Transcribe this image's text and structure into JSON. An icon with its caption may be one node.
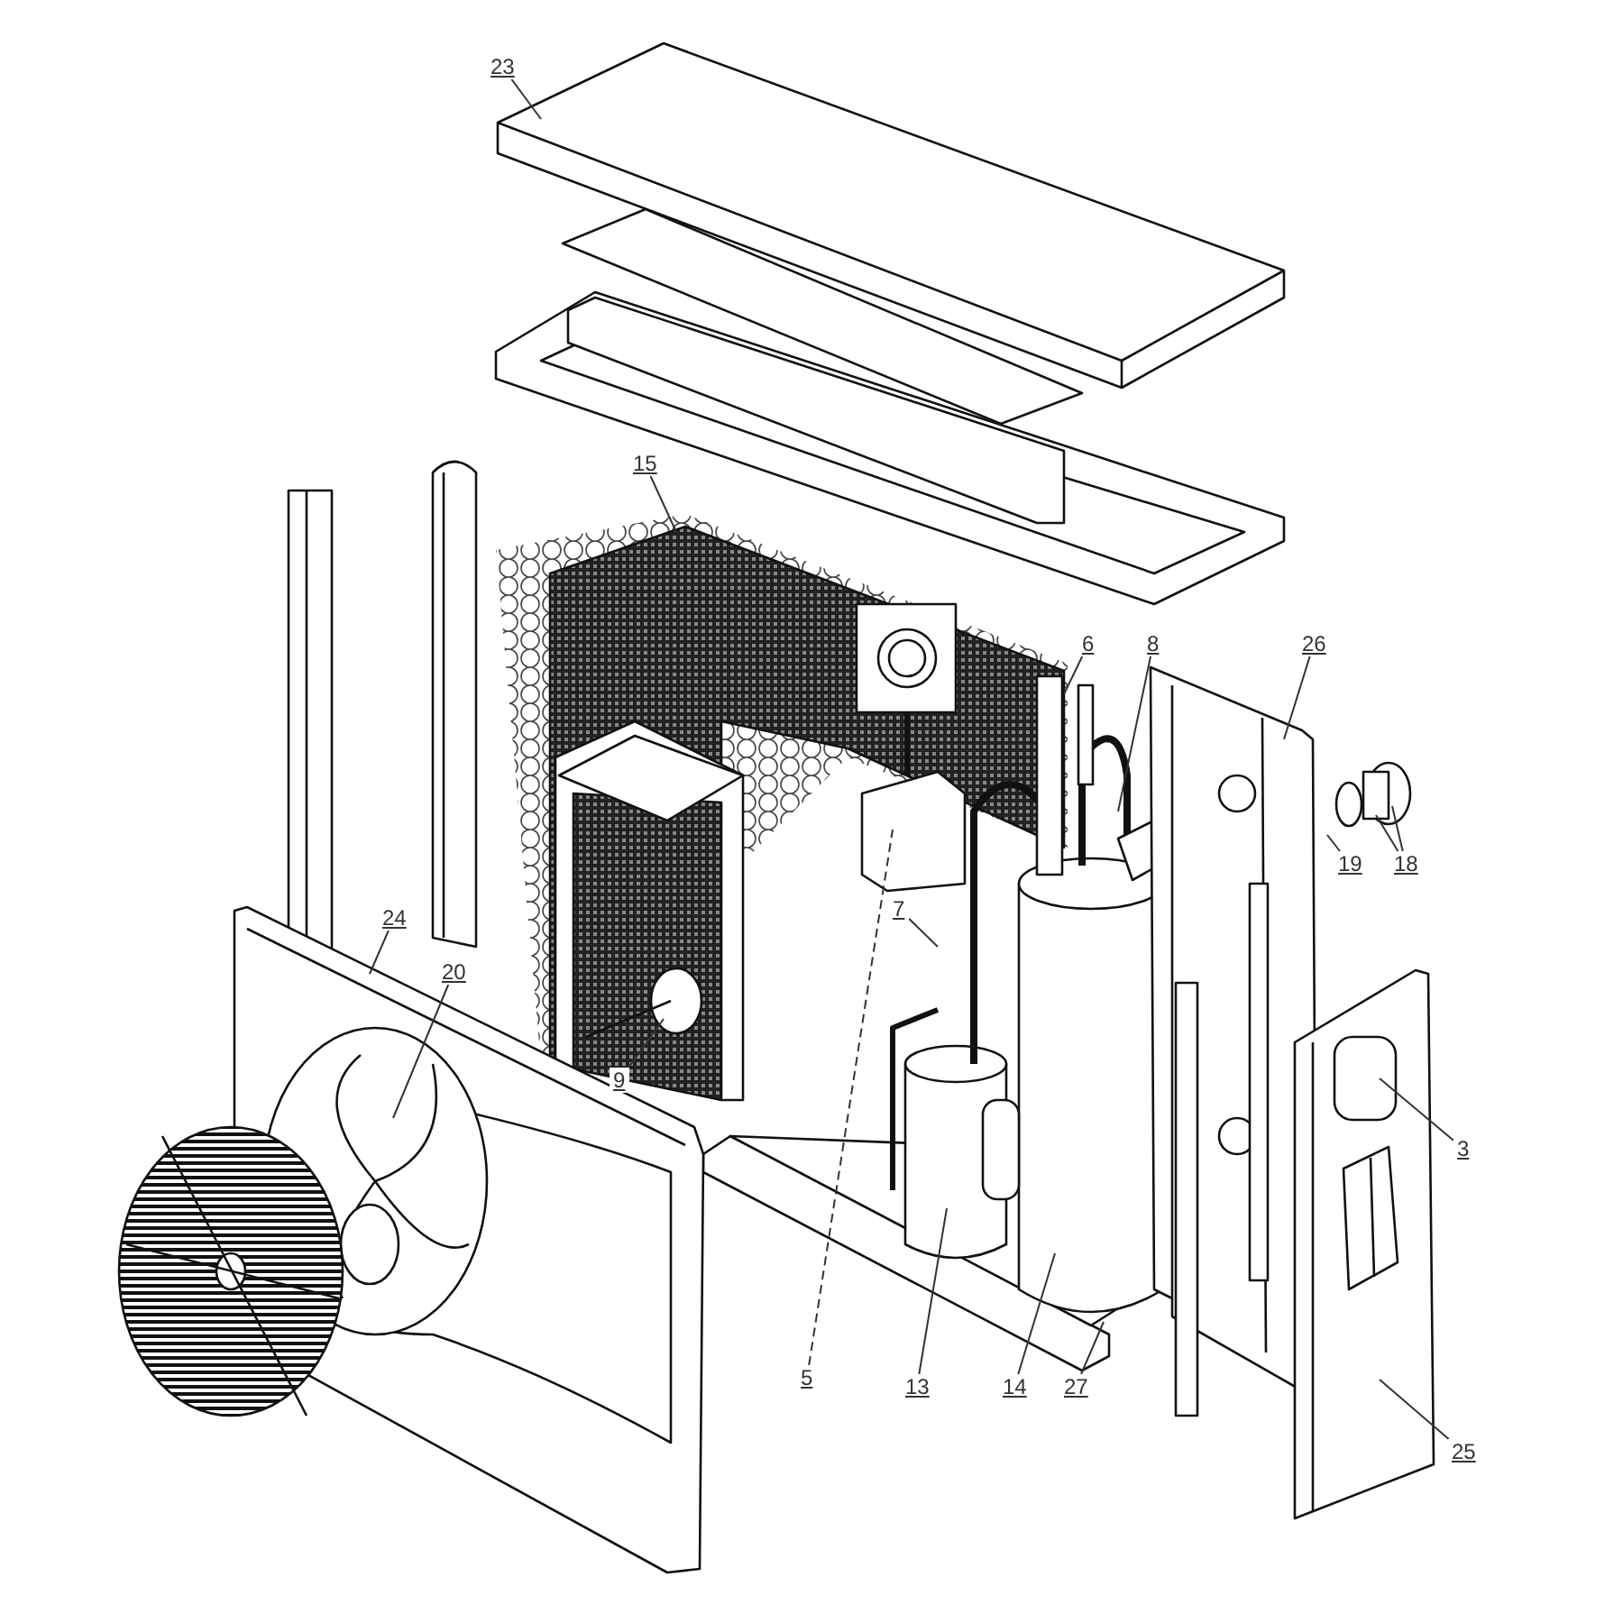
{
  "diagram": {
    "nodes": [
      {
        "text": [
          "23"
        ]
      },
      {
        "text": [
          "15"
        ]
      },
      {
        "text": [
          "6"
        ]
      },
      {
        "text": [
          "8"
        ]
      },
      {
        "text": [
          "26"
        ]
      },
      {
        "text": [
          "18"
        ]
      },
      {
        "text": [
          "19"
        ]
      },
      {
        "text": [
          "7"
        ]
      },
      {
        "text": [
          "24"
        ]
      },
      {
        "text": [
          "20"
        ]
      },
      {
        "text": [
          "9"
        ]
      },
      {
        "text": [
          "3"
        ]
      },
      {
        "text": [
          "5"
        ]
      },
      {
        "text": [
          "13"
        ]
      },
      {
        "text": [
          "14"
        ]
      },
      {
        "text": [
          "27"
        ]
      },
      {
        "text": [
          "25"
        ]
      }
    ],
    "edges": [
      {
        "from": 0,
        "to": null,
        "arrow": "none"
      },
      {
        "from": 1,
        "to": null,
        "arrow": "none"
      },
      {
        "from": 2,
        "to": null,
        "arrow": "none"
      },
      {
        "from": 3,
        "to": null,
        "arrow": "none"
      },
      {
        "from": 4,
        "to": null,
        "arrow": "none"
      },
      {
        "from": 5,
        "to": null,
        "arrow": "none"
      },
      {
        "from": 5,
        "to": null,
        "arrow": "none"
      },
      {
        "from": 6,
        "to": null,
        "arrow": "none"
      },
      {
        "from": 7,
        "to": null,
        "arrow": "none"
      },
      {
        "from": 8,
        "to": null,
        "arrow": "none"
      },
      {
        "from": 9,
        "to": null,
        "arrow": "none"
      },
      {
        "from": 10,
        "to": null,
        "arrow": "none"
      },
      {
        "from": 11,
        "to": null,
        "arrow": "none"
      },
      {
        "from": 12,
        "to": null,
        "arrow": "none",
        "style": "dashed"
      },
      {
        "from": 13,
        "to": null,
        "arrow": "none"
      },
      {
        "from": 14,
        "to": null,
        "arrow": "none"
      },
      {
        "from": 15,
        "to": null,
        "arrow": "none"
      },
      {
        "from": 16,
        "to": null,
        "arrow": "none"
      }
    ]
  }
}
